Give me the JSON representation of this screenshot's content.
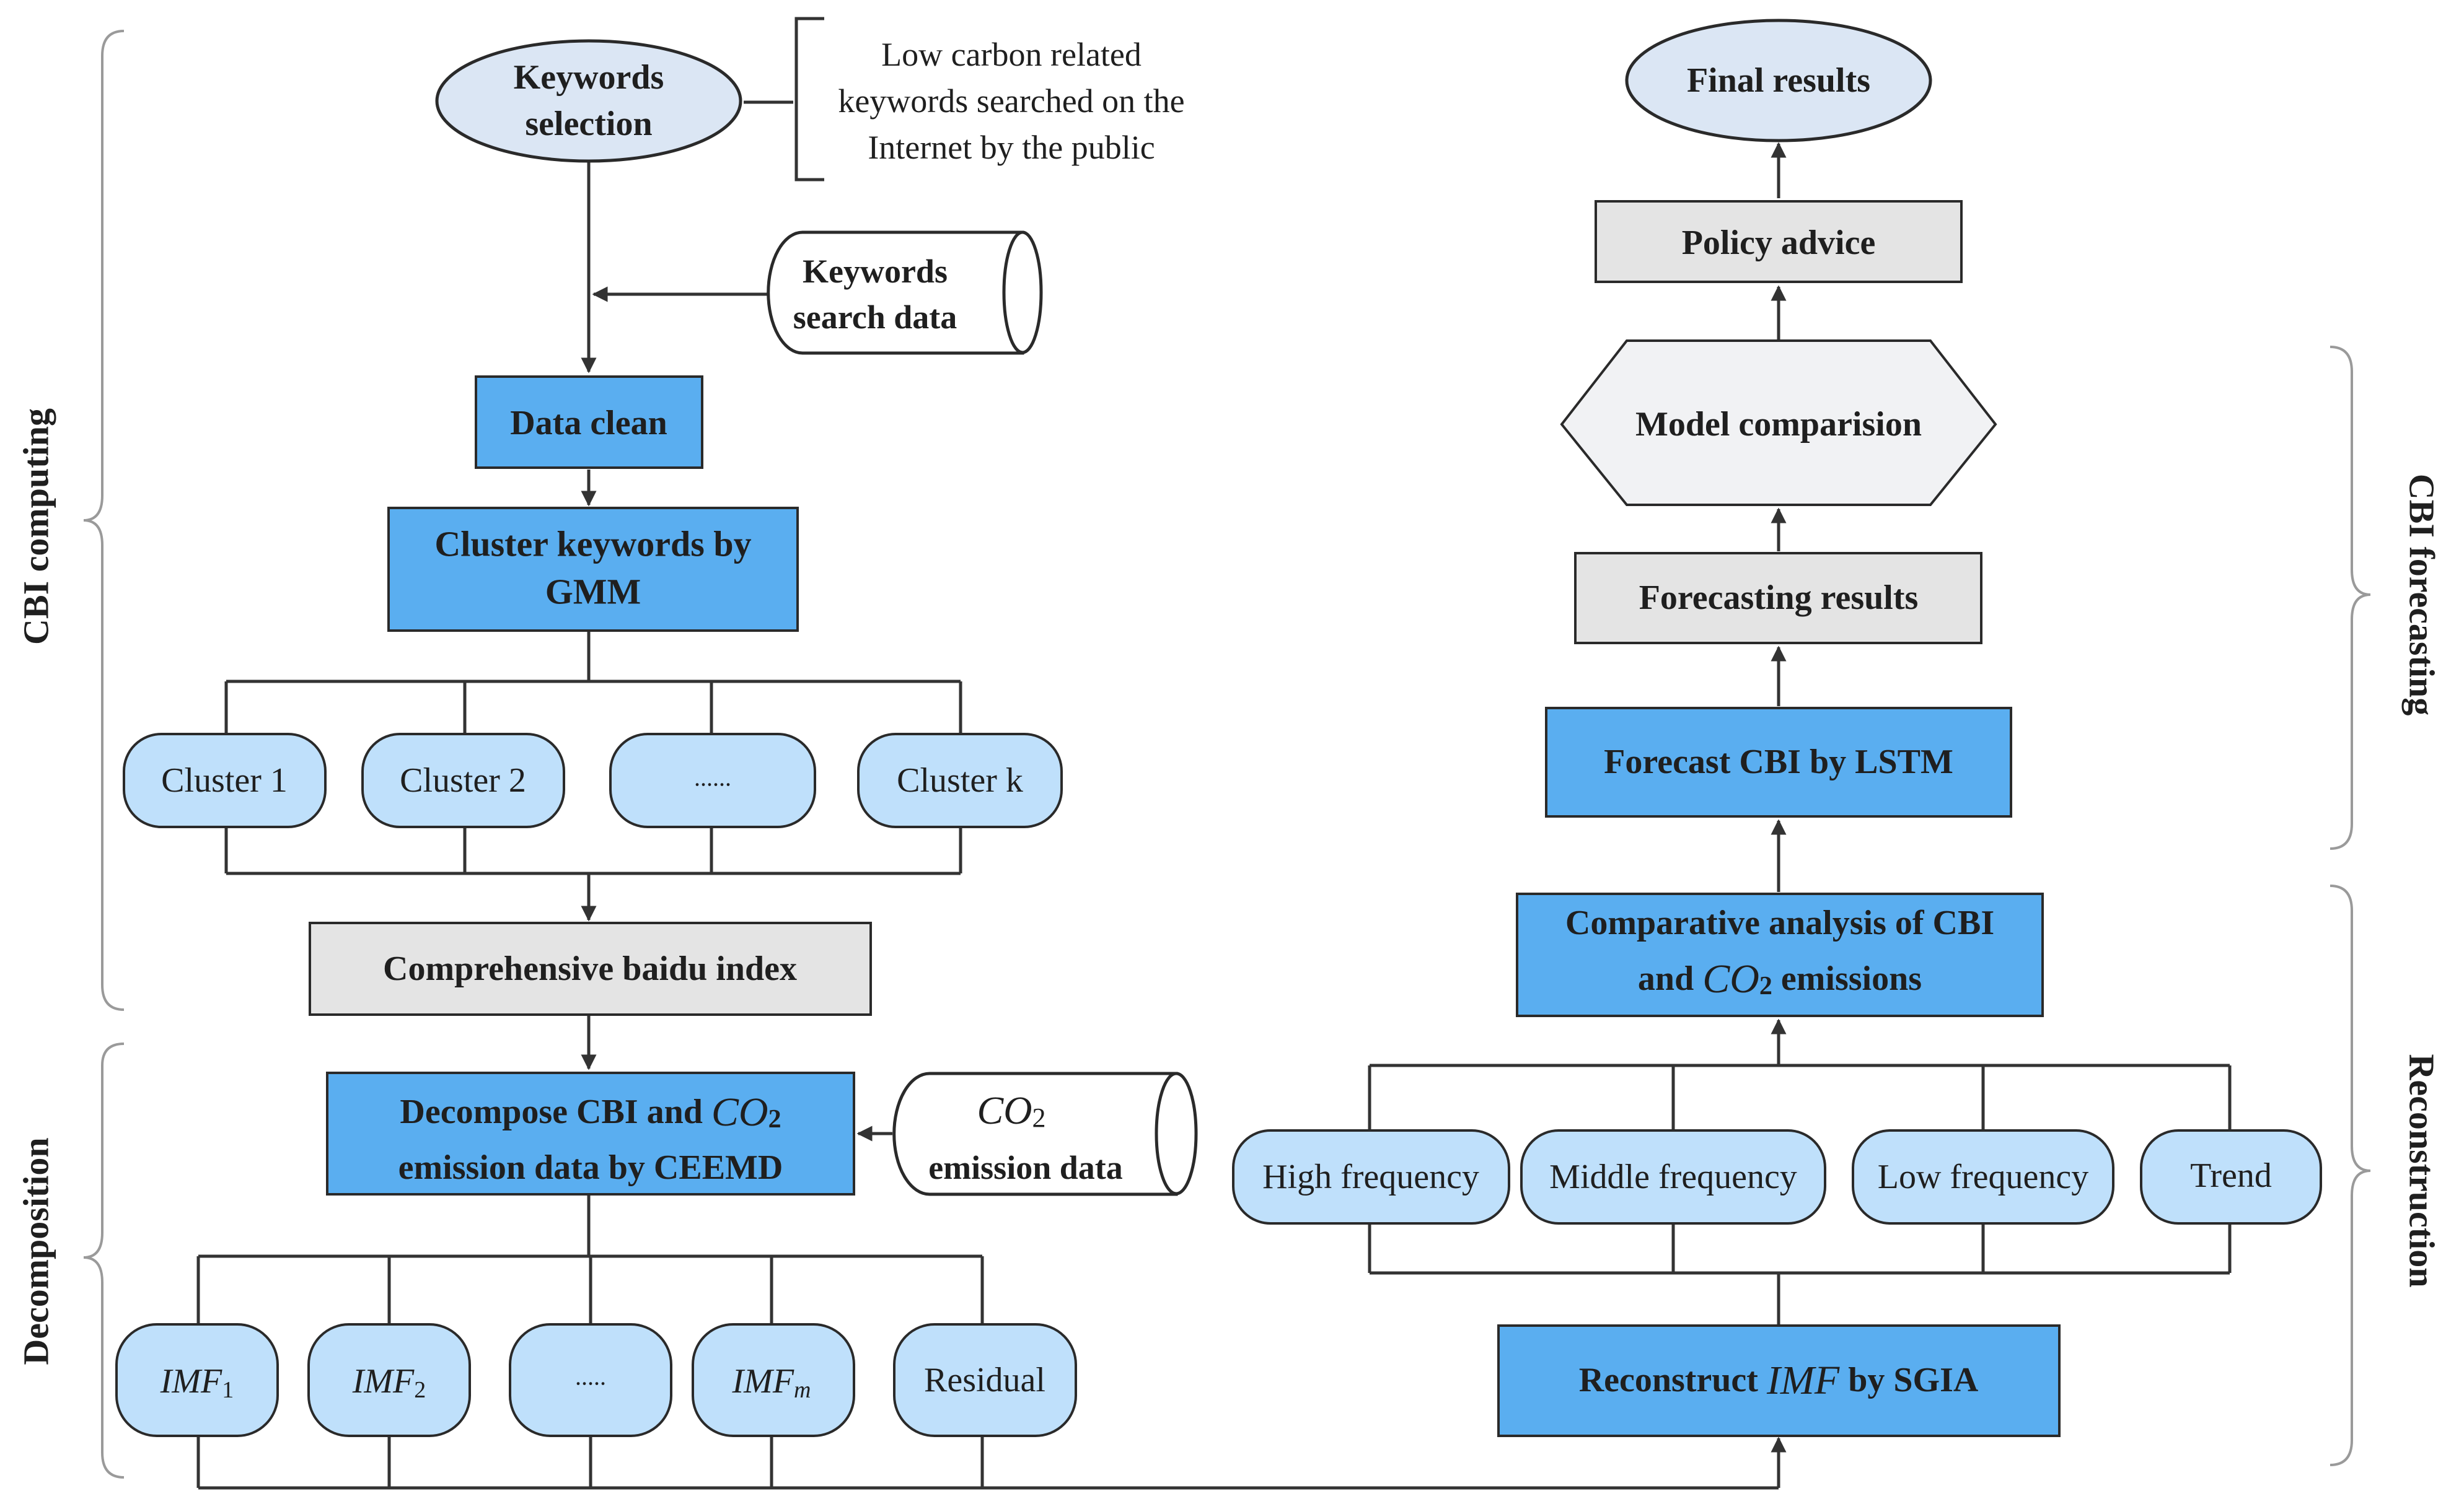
{
  "side_labels": {
    "cbi_computing": "CBI computing",
    "decomposition": "Decomposition",
    "cbi_forecasting": "CBI forecasting",
    "reconstruction": "Reconstruction"
  },
  "keywords_selection": [
    "Keywords",
    "selection"
  ],
  "keywords_note": [
    "Low carbon related",
    "keywords searched on the",
    "Internet by the public"
  ],
  "keywords_search_data": [
    "Keywords",
    "search data"
  ],
  "data_clean": "Data clean",
  "cluster_gmm": [
    "Cluster keywords by",
    "GMM"
  ],
  "clusters": [
    "Cluster 1",
    "Cluster 2",
    "......",
    "Cluster k"
  ],
  "comprehensive_index": "Comprehensive baidu index",
  "decompose": {
    "line1_prefix": "Decompose CBI and ",
    "co": "CO",
    "sub": "2",
    "line2": "emission data by CEEMD"
  },
  "co2_emission_data": {
    "co": "CO",
    "sub": "2",
    "line2": "emission data"
  },
  "imfs": [
    {
      "base": "IMF",
      "sub": "1"
    },
    {
      "base": "IMF",
      "sub": "2"
    },
    {
      "base": ".....",
      "sub": ""
    },
    {
      "base": "IMF",
      "sub": "m"
    },
    {
      "base": "Residual",
      "sub": ""
    }
  ],
  "final_results": "Final results",
  "policy_advice": "Policy advice",
  "model_comparison": "Model comparision",
  "forecasting_results": "Forecasting results",
  "forecast_lstm": "Forecast CBI by LSTM",
  "comparative": {
    "line1": "Comparative analysis of CBI",
    "line2_prefix": "and ",
    "co": "CO",
    "sub": "2",
    "line2_suffix": " emissions"
  },
  "frequencies": [
    "High frequency",
    "Middle frequency",
    "Low frequency",
    "Trend"
  ],
  "reconstruct": {
    "prefix": "Reconstruct ",
    "imf": "IMF",
    "suffix": " by SGIA"
  }
}
